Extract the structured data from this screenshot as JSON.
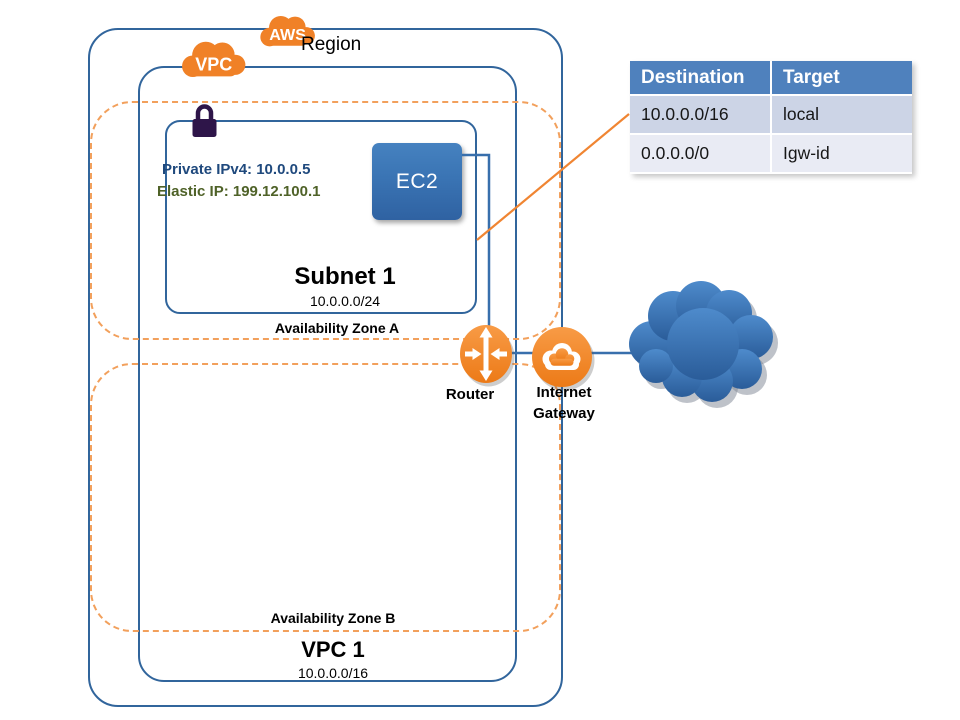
{
  "region": {
    "label": "Region",
    "badge": "AWS"
  },
  "vpc": {
    "badge": "VPC",
    "name": "VPC 1",
    "cidr": "10.0.0.0/16"
  },
  "availability_zones": {
    "a": "Availability Zone A",
    "b": "Availability Zone B"
  },
  "subnet": {
    "name": "Subnet 1",
    "cidr": "10.0.0.0/24",
    "private_ip": "Private IPv4: 10.0.0.5",
    "elastic_ip": "Elastic IP: 199.12.100.1"
  },
  "ec2": {
    "label": "EC2"
  },
  "router": {
    "label": "Router"
  },
  "internet_gateway": {
    "label": "Internet Gateway"
  },
  "route_table": {
    "headers": [
      "Destination",
      "Target"
    ],
    "rows": [
      [
        "10.0.0.0/16",
        "local"
      ],
      [
        "0.0.0.0/0",
        "Igw-id"
      ]
    ]
  },
  "icons": {
    "aws_badge": "aws-cloud-icon",
    "vpc_badge": "vpc-cloud-icon",
    "lock": "lock-icon",
    "router": "router-arrows-icon",
    "internet_gateway": "igw-cloud-icon",
    "internet": "internet-cloud-icon"
  },
  "colors": {
    "border_blue": "#31659C",
    "accent_orange": "#F08127",
    "dashed_orange": "#F2A05C",
    "table_header": "#4F81BD",
    "table_row_odd": "#CCD4E6",
    "table_row_even": "#E9EBF4",
    "ec2_blue": "#3A74B4",
    "internet_cloud_blue": "#3C78BC",
    "lock_purple": "#2E1549",
    "private_ip_text": "#1F497D",
    "elastic_ip_text": "#4F6228"
  }
}
